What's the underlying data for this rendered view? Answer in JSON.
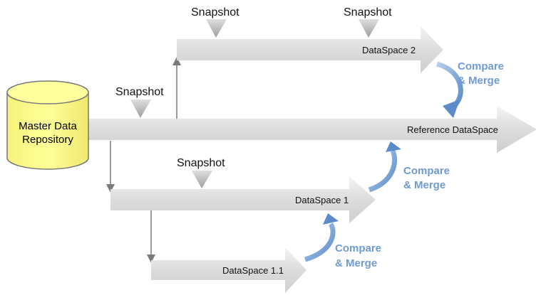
{
  "repository": {
    "line1": "Master Data",
    "line2": "Repository"
  },
  "snapshots": {
    "top_left": "Snapshot",
    "top_right": "Snapshot",
    "reference": "Snapshot",
    "ds1": "Snapshot"
  },
  "dataspaces": {
    "ds2": "DataSpace 2",
    "reference": "Reference DataSpace",
    "ds1": "DataSpace 1",
    "ds11": "DataSpace 1.1"
  },
  "merges": {
    "ds2": {
      "line1": "Compare",
      "line2": "& Merge"
    },
    "ds1": {
      "line1": "Compare",
      "line2": "& Merge"
    },
    "ds11": {
      "line1": "Compare",
      "line2": "& Merge"
    }
  },
  "colors": {
    "merge_arrow": "#6f9bd1",
    "merge_text": "#6f9bd1",
    "cylinder_fill": "#ffff99",
    "band": "#d9d9d9"
  }
}
